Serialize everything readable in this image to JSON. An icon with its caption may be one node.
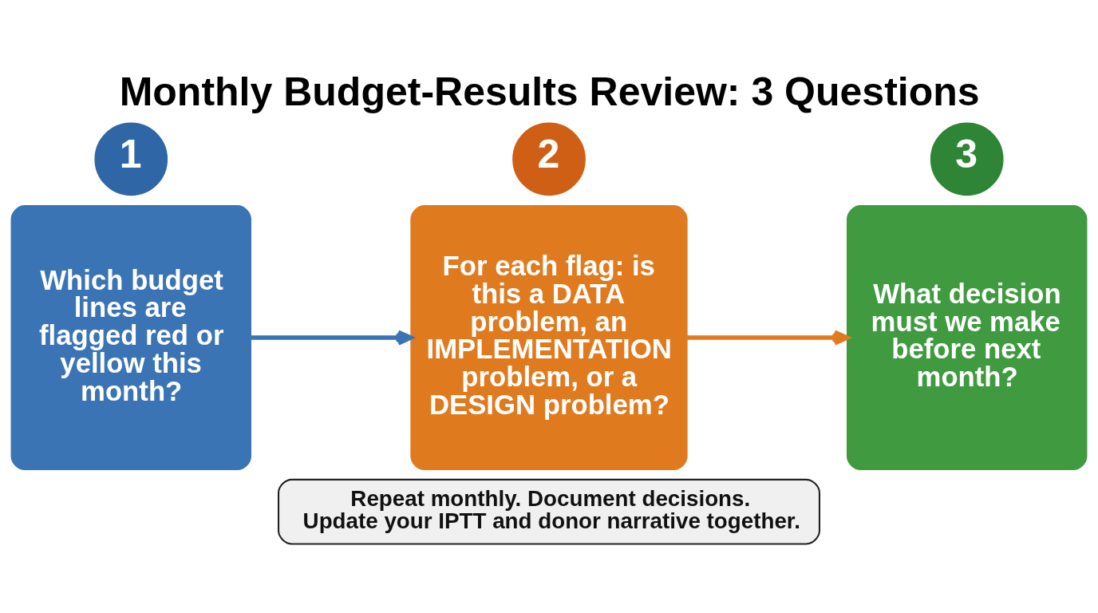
{
  "diagram": {
    "title": "Monthly Budget-Results Review: 3 Questions",
    "nodes": [
      {
        "text": [
          "1"
        ]
      },
      {
        "text": [
          "Which budget lines are flagged red or yellow this month?"
        ]
      },
      {
        "text": [
          "2"
        ]
      },
      {
        "text": [
          "For each flag: is this a DATA problem, an IMPLEMENTATION problem, or a DESIGN problem?"
        ]
      },
      {
        "text": [
          "3"
        ]
      },
      {
        "text": [
          "What decision must we make before next month?"
        ]
      },
      {
        "text": [
          "Repeat monthly. Document decisions. Update your IPTT and donor narrative together."
        ]
      }
    ],
    "edges": [
      {
        "from": 1,
        "to": 3,
        "arrow": "to",
        "color": "#3a74b4"
      },
      {
        "from": 3,
        "to": 5,
        "arrow": "to",
        "color": "#e07a1f"
      }
    ]
  }
}
